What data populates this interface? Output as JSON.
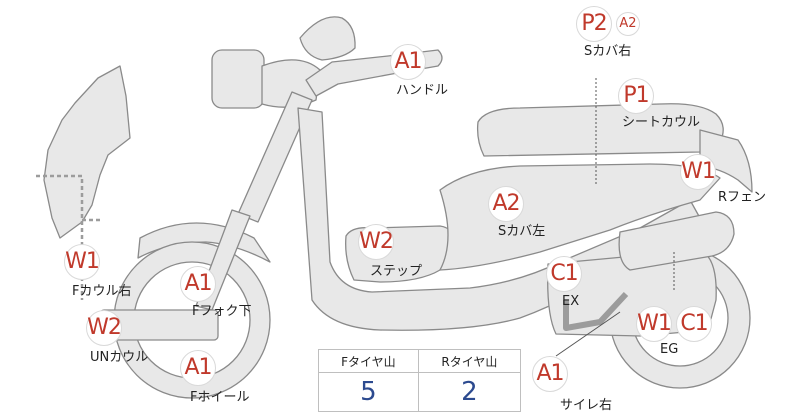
{
  "parts": {
    "handle": {
      "code": "A1",
      "label": "ハンドル"
    },
    "s_cover_r": {
      "code": "P2",
      "code2": "A2",
      "label": "Sカバ右"
    },
    "seat_cowl": {
      "code": "P1",
      "label": "シートカウル"
    },
    "r_fender": {
      "code": "W1",
      "label": "Rフェン"
    },
    "s_cover_l": {
      "code": "A2",
      "label": "Sカバ左"
    },
    "step": {
      "code": "W2",
      "label": "ステップ"
    },
    "f_cowl_r": {
      "code": "W1",
      "label": "Fカウル右"
    },
    "f_fork": {
      "code": "A1",
      "label": "Fフォク下"
    },
    "un_cowl": {
      "code": "W2",
      "label": "UNカウル"
    },
    "f_wheel": {
      "code": "A1",
      "label": "Fホイール"
    },
    "ex": {
      "code": "C1",
      "label": "EX"
    },
    "eg": {
      "code": "W1",
      "code2": "C1",
      "label": "EG"
    },
    "silencer_r": {
      "code": "A1",
      "label": "サイレ右"
    }
  },
  "tire_table": {
    "front_label": "Fタイヤ山",
    "rear_label": "Rタイヤ山",
    "front_value": "5",
    "rear_value": "2"
  },
  "colors": {
    "body_fill": "#e8e8e8",
    "outline": "#8a8a8a",
    "marker_text": "#c0392b",
    "table_value": "#2c4a8f"
  }
}
